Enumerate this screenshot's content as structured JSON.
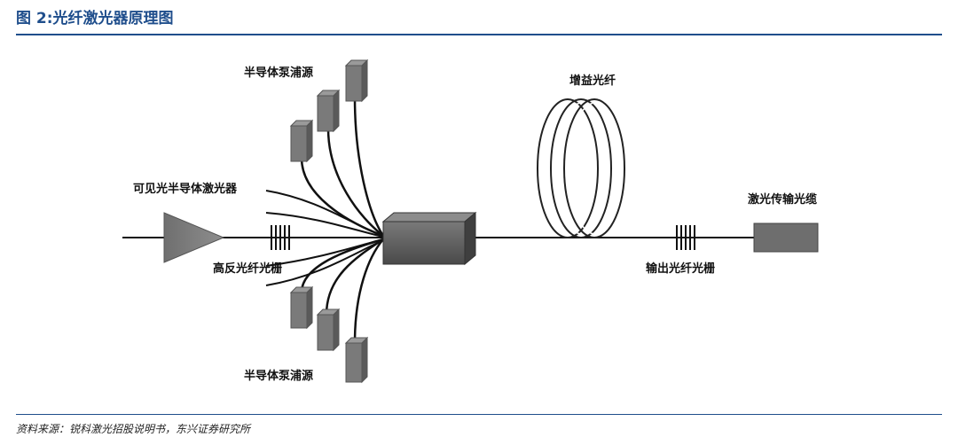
{
  "figure": {
    "title": "图 2:光纤激光器原理图",
    "source": "资料来源：锐科激光招股说明书，东兴证券研究所"
  },
  "labels": {
    "pump_top": "半导体泵浦源",
    "pump_bottom": "半导体泵浦源",
    "seed_laser": "可见光半导体激光器",
    "high_reflect_grating": "高反光纤光栅",
    "gain_fiber": "增益光纤",
    "output_grating": "输出光纤光栅",
    "delivery_cable": "激光传输光缆"
  }
}
